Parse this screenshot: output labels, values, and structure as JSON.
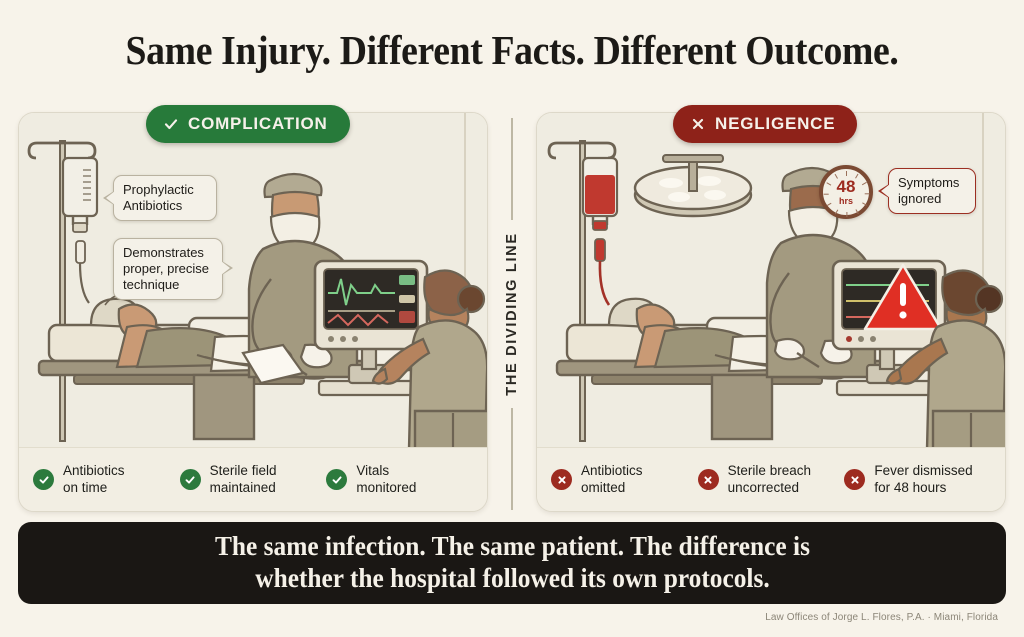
{
  "title": "Same Injury. Different Facts. Different Outcome.",
  "divider": {
    "label": "THE DIVIDING LINE"
  },
  "panels": {
    "left": {
      "badge": {
        "label": "COMPLICATION",
        "icon": "check-icon",
        "color": "#277a3a"
      },
      "callouts": [
        {
          "text": "Prophylactic\nAntibiotics"
        },
        {
          "text": "Demonstrates\nproper, precise\ntechnique"
        }
      ],
      "checklist": [
        {
          "icon": "check-circle-icon",
          "text": "Antibiotics\non time"
        },
        {
          "icon": "check-circle-icon",
          "text": "Sterile field\nmaintained"
        },
        {
          "icon": "check-circle-icon",
          "text": "Vitals\nmonitored"
        }
      ]
    },
    "right": {
      "badge": {
        "label": "NEGLIGENCE",
        "icon": "x-icon",
        "color": "#8e2219"
      },
      "clock": {
        "value": "48",
        "unit": "hrs"
      },
      "callouts": [
        {
          "text": "Symptoms\nignored"
        }
      ],
      "checklist": [
        {
          "icon": "x-circle-icon",
          "text": "Antibiotics\nomitted"
        },
        {
          "icon": "x-circle-icon",
          "text": "Sterile breach\nuncorrected"
        },
        {
          "icon": "x-circle-icon",
          "text": "Fever dismissed\nfor 48 hours"
        }
      ]
    }
  },
  "banner": {
    "text": "The same infection. The same patient. The difference is\nwhether the hospital followed its own protocols."
  },
  "credit": "Law Offices of Jorge L. Flores, P.A. · Miami, Florida",
  "colors": {
    "page_bg": "#f7f3ea",
    "panel_bg": "#efece1",
    "good": "#277a3a",
    "bad": "#8e2219",
    "banner_bg": "#1a1714",
    "ink": "#1c1a17"
  }
}
